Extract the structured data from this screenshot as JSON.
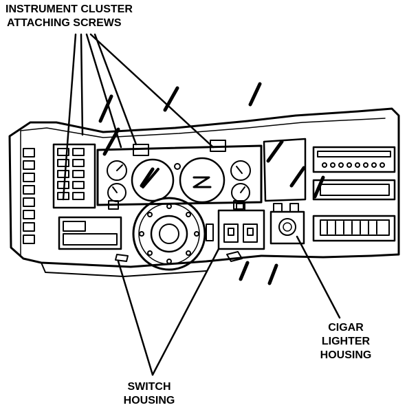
{
  "labels": {
    "instrument_cluster_screws": [
      "INSTRUMENT CLUSTER",
      "ATTACHING SCREWS"
    ],
    "switch_housing": [
      "SWITCH",
      "HOUSING"
    ],
    "cigar_lighter_housing": [
      "CIGAR",
      "LIGHTER",
      "HOUSING"
    ]
  },
  "colors": {
    "ink": "#000000",
    "paper": "#ffffff"
  },
  "icons": [
    "screw-icon",
    "gauge-icon",
    "steering-wheel-icon",
    "switch-icon",
    "cigar-lighter-icon"
  ]
}
